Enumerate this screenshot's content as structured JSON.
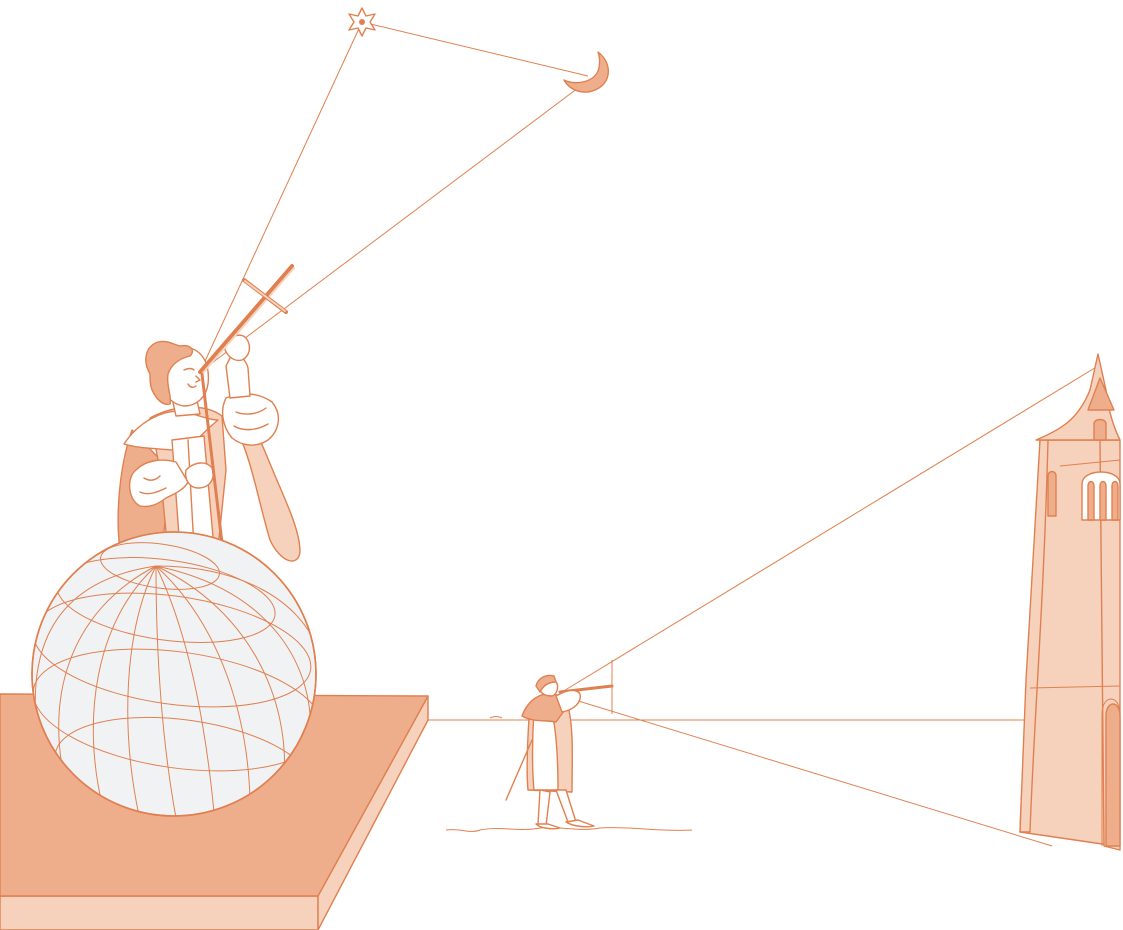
{
  "illustration": {
    "subject": "",
    "colors": {
      "line": "#e08050",
      "fill_dark": "#eeae8c",
      "fill_light": "#f6d2bd",
      "globe": "#f1f2f4",
      "background": "#ffffff"
    },
    "elements": [
      "star-icon",
      "crescent-moon-icon",
      "astronomer-figure",
      "cross-staff-instrument",
      "globe",
      "pedestal",
      "surveyor-figure",
      "church-tower",
      "sight-lines"
    ]
  }
}
